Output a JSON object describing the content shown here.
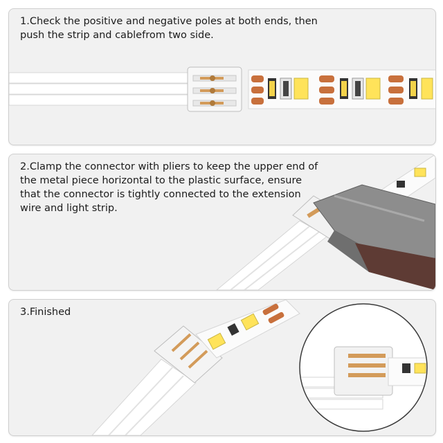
{
  "steps": [
    {
      "caption": "1.Check the positive and negative poles at both ends, then push the strip and cablefrom two side."
    },
    {
      "caption": "2.Clamp the connector with pliers to keep the upper end of the metal piece horizontal to the plastic surface, ensure that the connector is tightly connected to the extension wire and light strip."
    },
    {
      "caption": "3.Finished"
    }
  ],
  "colors": {
    "panel_bg": "#f1f1f1",
    "strip_white": "#fafafa",
    "copper_pad": "#c8703c",
    "led_yellow": "#ffe35a",
    "pliers_gray": "#8d8d8d",
    "cable_white": "#ffffff"
  }
}
